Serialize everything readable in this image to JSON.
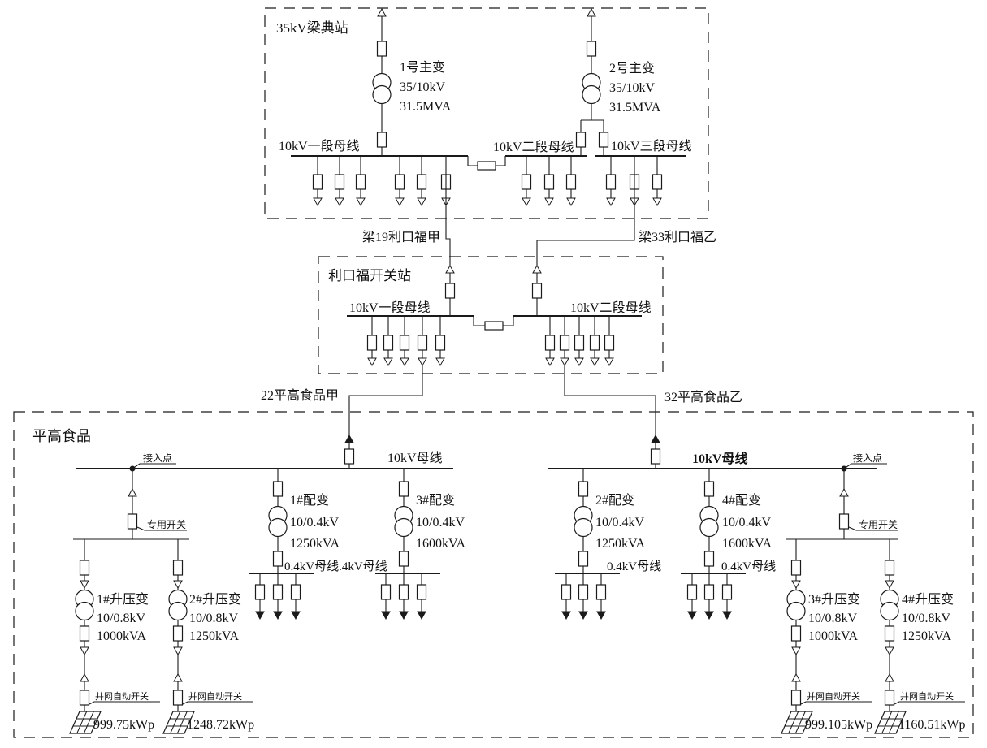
{
  "liangdian": {
    "title": "35kV梁典站",
    "t1": {
      "name": "1号主变",
      "ratio": "35/10kV",
      "capacity": "31.5MVA"
    },
    "t2": {
      "name": "2号主变",
      "ratio": "35/10kV",
      "capacity": "31.5MVA"
    },
    "bus1": "10kV一段母线",
    "bus2": "10kV二段母线",
    "bus3": "10kV三段母线"
  },
  "lines": {
    "jia19": "梁19利口福甲",
    "yi33": "梁33利口福乙",
    "jia22": "22平高食品甲",
    "yi32": "32平高食品乙"
  },
  "likoufu": {
    "title": "利口福开关站",
    "bus1": "10kV一段母线",
    "bus2": "10kV二段母线"
  },
  "pinggao": {
    "title": "平高食品",
    "bus_left": "10kV母线",
    "bus_right": "10kV母线",
    "access_left": "接入点",
    "access_right": "接入点",
    "dedicated_switch_left": "专用开关",
    "dedicated_switch_right": "专用开关",
    "lv_bus_combined": "0.4kV母线.4kV母线",
    "lv_bus_2": "0.4kV母线",
    "lv_bus_4": "0.4kV母线",
    "dist": [
      {
        "name": "1#配变",
        "ratio": "10/0.4kV",
        "capacity": "1250kVA"
      },
      {
        "name": "2#配变",
        "ratio": "10/0.4kV",
        "capacity": "1250kVA"
      },
      {
        "name": "3#配变",
        "ratio": "10/0.4kV",
        "capacity": "1600kVA"
      },
      {
        "name": "4#配变",
        "ratio": "10/0.4kV",
        "capacity": "1600kVA"
      }
    ],
    "boost": [
      {
        "name": "1#升压变",
        "ratio": "10/0.8kV",
        "capacity": "1000kVA",
        "grid_switch": "并网自动开关",
        "pv": "999.75kWp"
      },
      {
        "name": "2#升压变",
        "ratio": "10/0.8kV",
        "capacity": "1250kVA",
        "grid_switch": "并网自动开关",
        "pv": "1248.72kWp"
      },
      {
        "name": "3#升压变",
        "ratio": "10/0.8kV",
        "capacity": "1000kVA",
        "grid_switch": "并网自动开关",
        "pv": "999.105kWp"
      },
      {
        "name": "4#升压变",
        "ratio": "10/0.8kV",
        "capacity": "1250kVA",
        "grid_switch": "并网自动开关",
        "pv": "1160.51kWp"
      }
    ]
  }
}
